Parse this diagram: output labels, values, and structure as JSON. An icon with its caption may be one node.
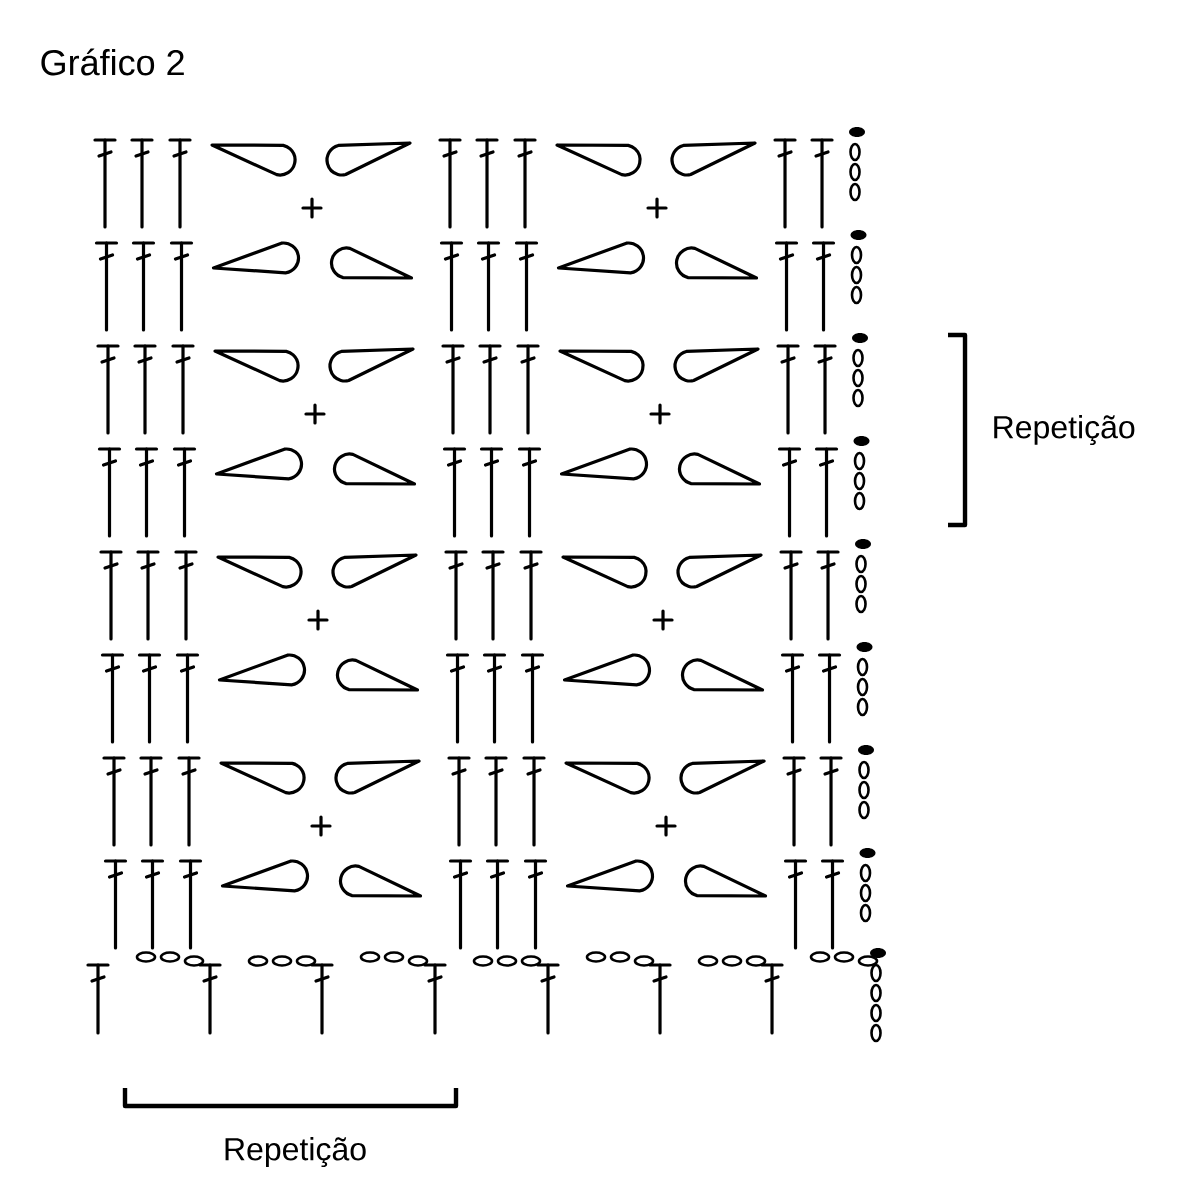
{
  "diagram": {
    "title": "Gráfico 2",
    "labels": [
      "Repetição",
      "Repetição"
    ]
  }
}
